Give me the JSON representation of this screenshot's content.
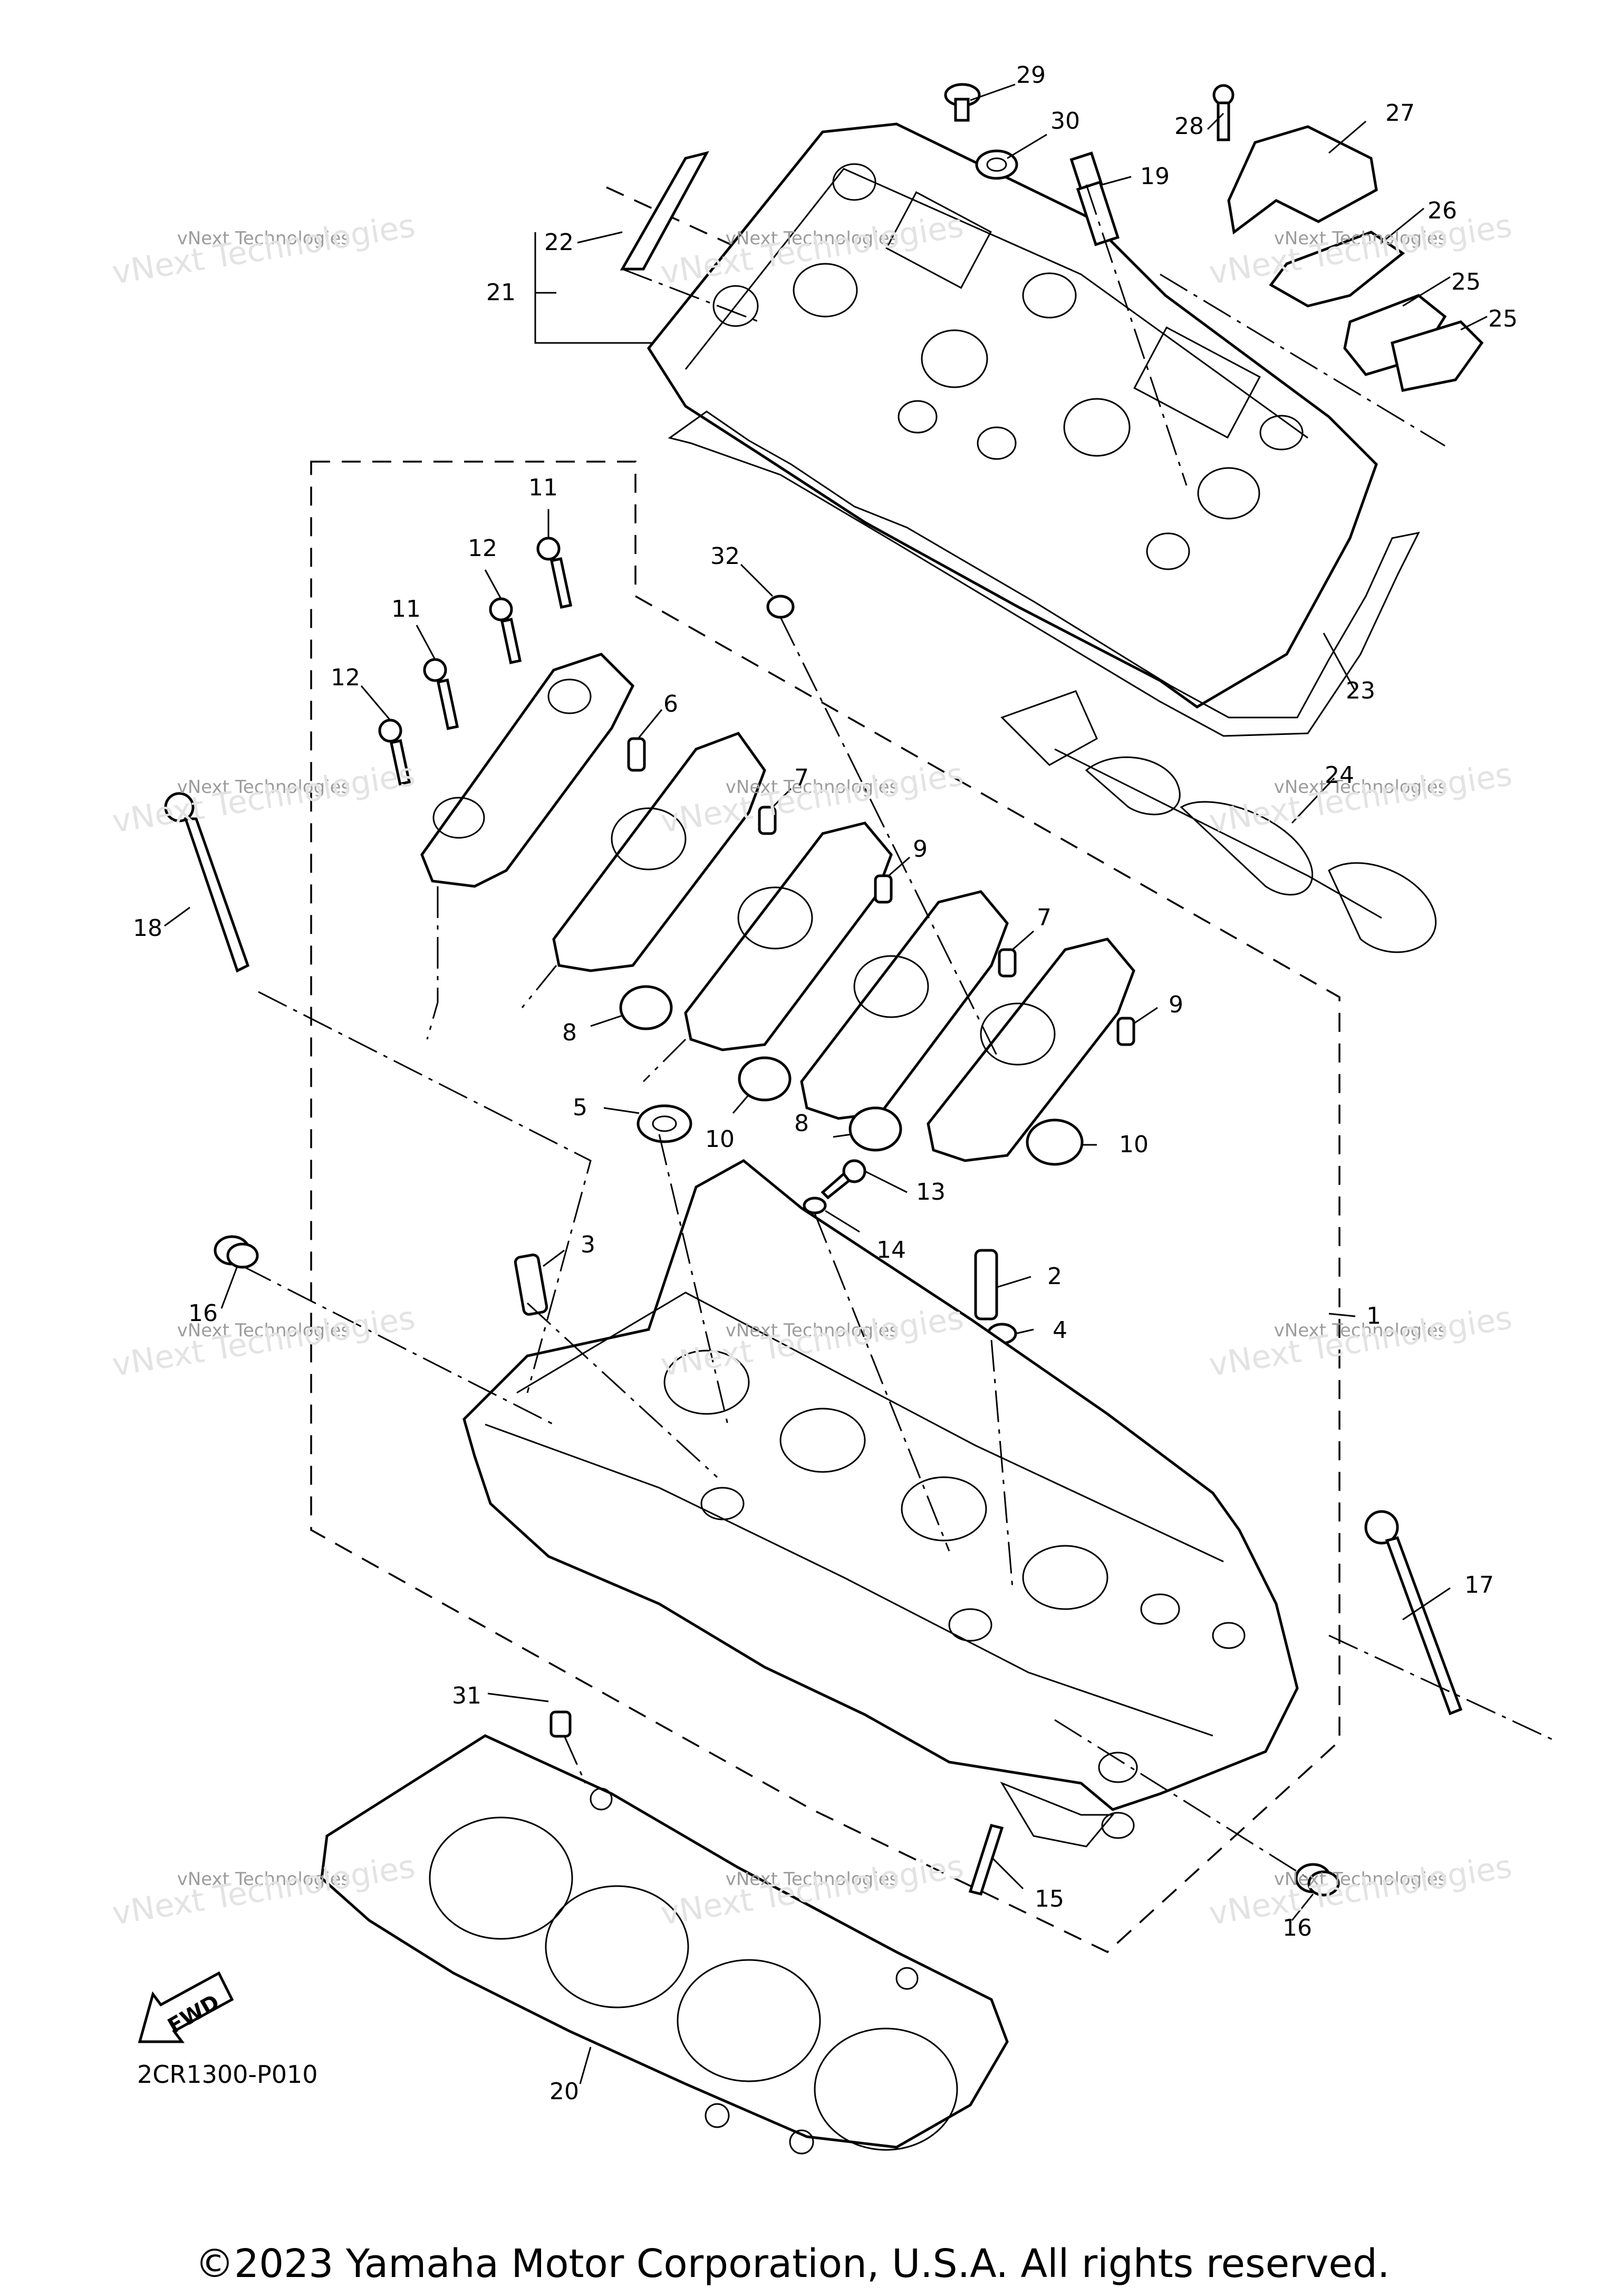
{
  "diagram": {
    "code": "2CR1300-P010",
    "copyright": "©2023 Yamaha Motor Corporation, U.S.A. All rights reserved.",
    "fwd_label": "FWD",
    "watermark": {
      "line1": "vNext Technologies",
      "line2": "vNext Technologies"
    },
    "callouts": [
      {
        "id": "29",
        "text": "29"
      },
      {
        "id": "30",
        "text": "30"
      },
      {
        "id": "19",
        "text": "19"
      },
      {
        "id": "28",
        "text": "28"
      },
      {
        "id": "27",
        "text": "27"
      },
      {
        "id": "26",
        "text": "26"
      },
      {
        "id": "25a",
        "text": "25"
      },
      {
        "id": "25b",
        "text": "25"
      },
      {
        "id": "22",
        "text": "22"
      },
      {
        "id": "21",
        "text": "21"
      },
      {
        "id": "23",
        "text": "23"
      },
      {
        "id": "24",
        "text": "24"
      },
      {
        "id": "32",
        "text": "32"
      },
      {
        "id": "11a",
        "text": "11"
      },
      {
        "id": "12a",
        "text": "12"
      },
      {
        "id": "11b",
        "text": "11"
      },
      {
        "id": "12b",
        "text": "12"
      },
      {
        "id": "6",
        "text": "6"
      },
      {
        "id": "7a",
        "text": "7"
      },
      {
        "id": "9a",
        "text": "9"
      },
      {
        "id": "7b",
        "text": "7"
      },
      {
        "id": "9b",
        "text": "9"
      },
      {
        "id": "18",
        "text": "18"
      },
      {
        "id": "8a",
        "text": "8"
      },
      {
        "id": "10a",
        "text": "10"
      },
      {
        "id": "8b",
        "text": "8"
      },
      {
        "id": "10b",
        "text": "10"
      },
      {
        "id": "5",
        "text": "5"
      },
      {
        "id": "13",
        "text": "13"
      },
      {
        "id": "14",
        "text": "14"
      },
      {
        "id": "3",
        "text": "3"
      },
      {
        "id": "2",
        "text": "2"
      },
      {
        "id": "4",
        "text": "4"
      },
      {
        "id": "1",
        "text": "1"
      },
      {
        "id": "16a",
        "text": "16"
      },
      {
        "id": "17",
        "text": "17"
      },
      {
        "id": "31",
        "text": "31"
      },
      {
        "id": "15",
        "text": "15"
      },
      {
        "id": "16b",
        "text": "16"
      },
      {
        "id": "20",
        "text": "20"
      }
    ]
  }
}
